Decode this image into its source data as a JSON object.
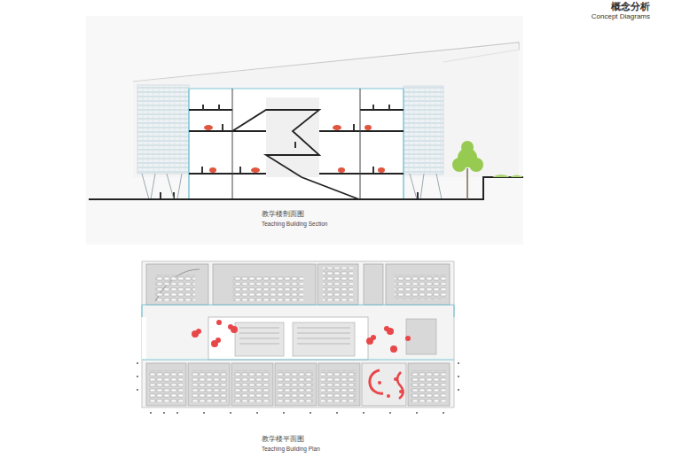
{
  "diagram": {
    "title": "概念分析",
    "labels": [
      "Concept Diagrams",
      "教学楼剖面图",
      "Teaching Building Section",
      "教学楼平面图",
      "Teaching Building Plan"
    ]
  }
}
